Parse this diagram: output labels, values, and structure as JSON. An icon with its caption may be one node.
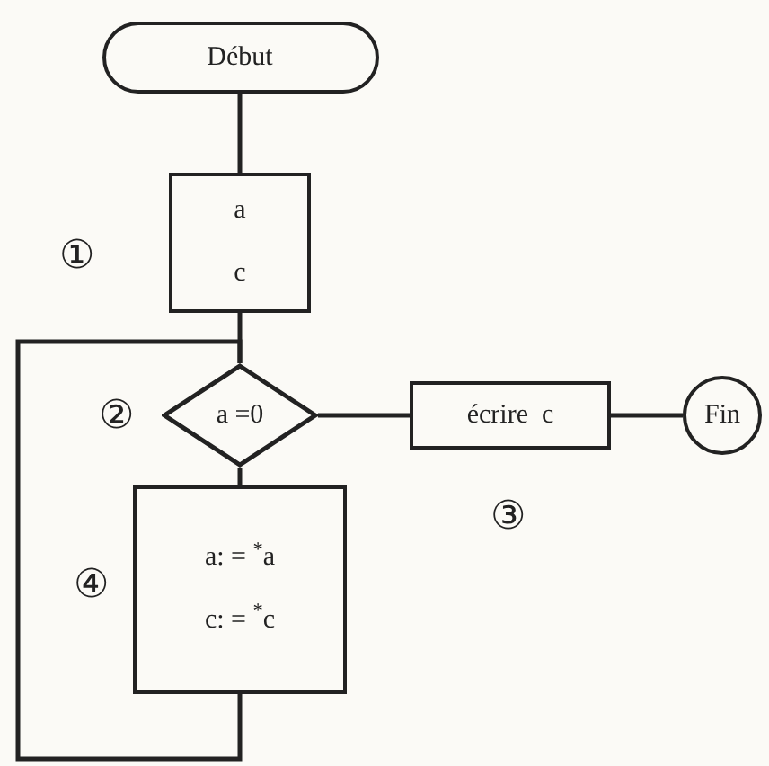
{
  "diagram": {
    "nodes": [
      {
        "text": [
          "Début"
        ]
      },
      {
        "text": [
          "a",
          "c"
        ]
      },
      {
        "text": [
          "a =0"
        ]
      },
      {
        "text": [
          "écrire  c"
        ]
      },
      {
        "text": [
          "Fin"
        ]
      },
      {
        "text": [
          "a: = $^{*}$a",
          "c: = $^{*}$c"
        ]
      }
    ],
    "edges": [
      {
        "from": 0,
        "to": 1,
        "arrow": "none"
      },
      {
        "from": 1,
        "to": 2,
        "arrow": "none"
      },
      {
        "from": 2,
        "to": 3,
        "arrow": "none"
      },
      {
        "from": 3,
        "to": 4,
        "arrow": "none"
      },
      {
        "from": 2,
        "to": 5,
        "arrow": "none"
      },
      {
        "from": 5,
        "to": 2,
        "arrow": "none"
      }
    ],
    "labels": [
      "①",
      "②",
      "③",
      "④"
    ]
  }
}
